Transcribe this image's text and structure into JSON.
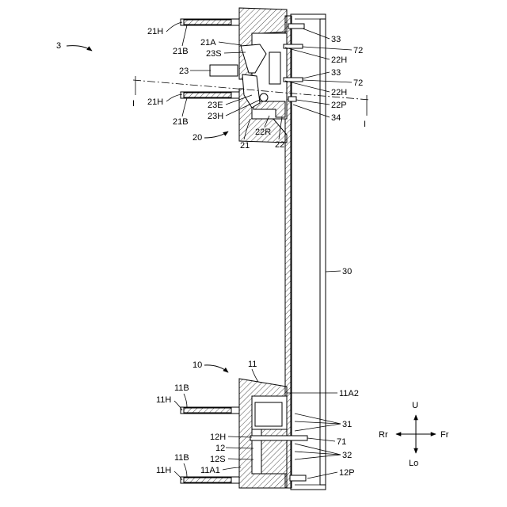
{
  "figure": {
    "assembly_label": "3",
    "upper_unit_label": "20",
    "lower_unit_label": "10",
    "bar_label": "30",
    "section_marks": [
      "I",
      "I"
    ]
  },
  "upper_labels": {
    "l21H_a": "21H",
    "l21B_a": "21B",
    "l21A": "21A",
    "l23S": "23S",
    "l23": "23",
    "l21H_b": "21H",
    "l21B_b": "21B",
    "l23E": "23E",
    "l23H": "23H",
    "l22R": "22R",
    "l21": "21",
    "l22": "22",
    "l33_a": "33",
    "l72_a": "72",
    "l22H_a": "22H",
    "l33_b": "33",
    "l72_b": "72",
    "l22H_b": "22H",
    "l22P": "22P",
    "l34": "34"
  },
  "lower_labels": {
    "l11": "11",
    "l11A2": "11A2",
    "l11B_a": "11B",
    "l11H_a": "11H",
    "l31": "31",
    "l12H": "12H",
    "l71": "71",
    "l12": "12",
    "l12S": "12S",
    "l32": "32",
    "l11B_b": "11B",
    "l11H_b": "11H",
    "l11A1": "11A1",
    "l12P": "12P"
  },
  "direction_legend": {
    "up": "U",
    "down": "Lo",
    "left": "Rr",
    "right": "Fr"
  }
}
